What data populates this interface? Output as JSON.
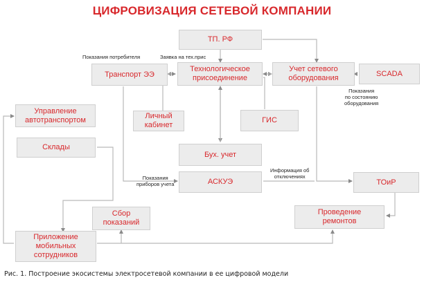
{
  "title": "ЦИФРОВИЗАЦИЯ СЕТЕВОЙ КОМПАНИИ",
  "colors": {
    "accent": "#d8282c",
    "box_fill": "#ececec",
    "line": "#b9b9b9"
  },
  "nodes": {
    "tp_rf": "ТП. РФ",
    "transport": "Транспорт ЭЭ",
    "tech": "Технологическое\nприсоединение",
    "uchet": "Учет сетевого\nоборудования",
    "scada": "SCADA",
    "upravlenie": "Управление\nавтотранспортом",
    "lichny": "Личный\nкабинет",
    "gis": "ГИС",
    "sklady": "Склады",
    "buh": "Бух. учет",
    "askue": "АСКУЭ",
    "toir": "ТОиР",
    "sbor": "Сбор\nпоказаний",
    "provedenie": "Проведение\nремонтов",
    "prilozhenie": "Приложение\nмобильных\nсотрудников"
  },
  "labels": {
    "pokazania_potrebitelya": "Показания потребителя",
    "zayavka": "Заявка на тех.прис",
    "po_sostoyaniyu": "Показания\nпо состоянию\nоборудования",
    "informacia": "Информация об\nотключениях",
    "pokazania_priborov": "Показания\nприборов учета"
  },
  "caption": "Рис. 1. Построение экосистемы электросетевой компании в ее цифровой модели"
}
